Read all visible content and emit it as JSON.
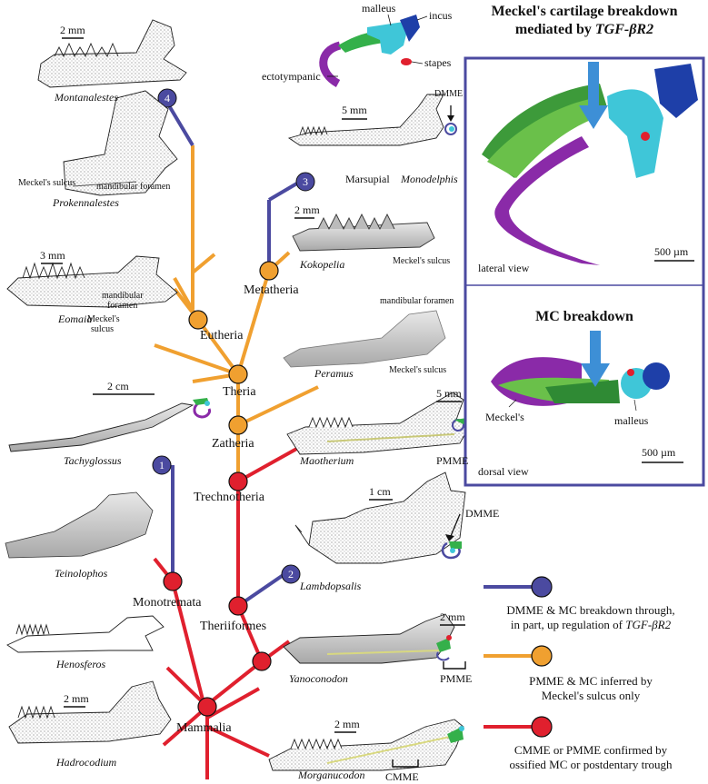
{
  "colors": {
    "purple_branch": "#4b4aa0",
    "orange_branch": "#f0a030",
    "red_branch": "#e0202e",
    "ectotympanic": "#8a2aa8",
    "meckel": "#34b04a",
    "incus": "#1e3fa8",
    "malleus": "#3fc6d8",
    "stapes": "#e0202e",
    "arrow": "#3d8fd6",
    "panel_border": "#4b4aa0"
  },
  "clade_nodes": {
    "eutheria": "Eutheria",
    "metatheria": "Metatheria",
    "theria": "Theria",
    "zatheria": "Zatheria",
    "trechnotheria": "Trechnotheria",
    "theriiformes": "Theriiformes",
    "monotremata": "Monotremata",
    "mammalia": "Mammalia"
  },
  "event_markers": [
    "1",
    "2",
    "3",
    "4"
  ],
  "taxa": {
    "montanalestes": "Montanalestes",
    "prokennalestes": "Prokennalestes",
    "eomaia": "Eomaia",
    "tachyglossus": "Tachyglossus",
    "teinolophos": "Teinolophos",
    "henosferos": "Henosferos",
    "hadrocodium": "Hadrocodium",
    "monodelphis": "Monodelphis",
    "kokopelia": "Kokopelia",
    "peramus": "Peramus",
    "maotherium": "Maotherium",
    "lambdopsalis": "Lambdopsalis",
    "yanoconodon": "Yanoconodon",
    "morganucodon": "Morganucodon"
  },
  "annotations": {
    "marsupial": "Marsupial",
    "meckels_sulcus": "Meckel's sulcus",
    "meckels_sulcus_2line_1": "Meckel's",
    "meckels_sulcus_2line_2": "sulcus",
    "mandibular_foramen": "mandibular foramen",
    "mandibular_2line_1": "mandibular",
    "mandibular_2line_2": "foramen",
    "dmme": "DMME",
    "pmme": "PMME",
    "cmme": "CMME"
  },
  "scale_bars": {
    "two_mm": "2 mm",
    "three_mm": "3 mm",
    "five_mm": "5 mm",
    "one_cm": "1 cm",
    "two_cm": "2 cm"
  },
  "ear_labels": {
    "malleus": "malleus",
    "incus": "incus",
    "stapes": "stapes",
    "ectotympanic": "ectotympanic"
  },
  "panel": {
    "title_line1": "Meckel's cartilage breakdown",
    "title_line2_prefix": "mediated by ",
    "title_line2_gene": "TGF-βR2",
    "lateral_view": "lateral view",
    "scale_500": "500 µm",
    "mc_breakdown": "MC breakdown",
    "dorsal_view": "dorsal view",
    "meckels": "Meckel's",
    "malleus": "malleus"
  },
  "legend": [
    {
      "color": "purple",
      "line1": "DMME & MC breakdown through,",
      "line2_prefix": "in part, up regulation of ",
      "line2_gene": "TGF-βR2"
    },
    {
      "color": "orange",
      "line1": "PMME & MC inferred by",
      "line2": "Meckel's sulcus only"
    },
    {
      "color": "red",
      "line1": "CMME or PMME confirmed by",
      "line2": "ossified MC or postdentary trough"
    }
  ]
}
